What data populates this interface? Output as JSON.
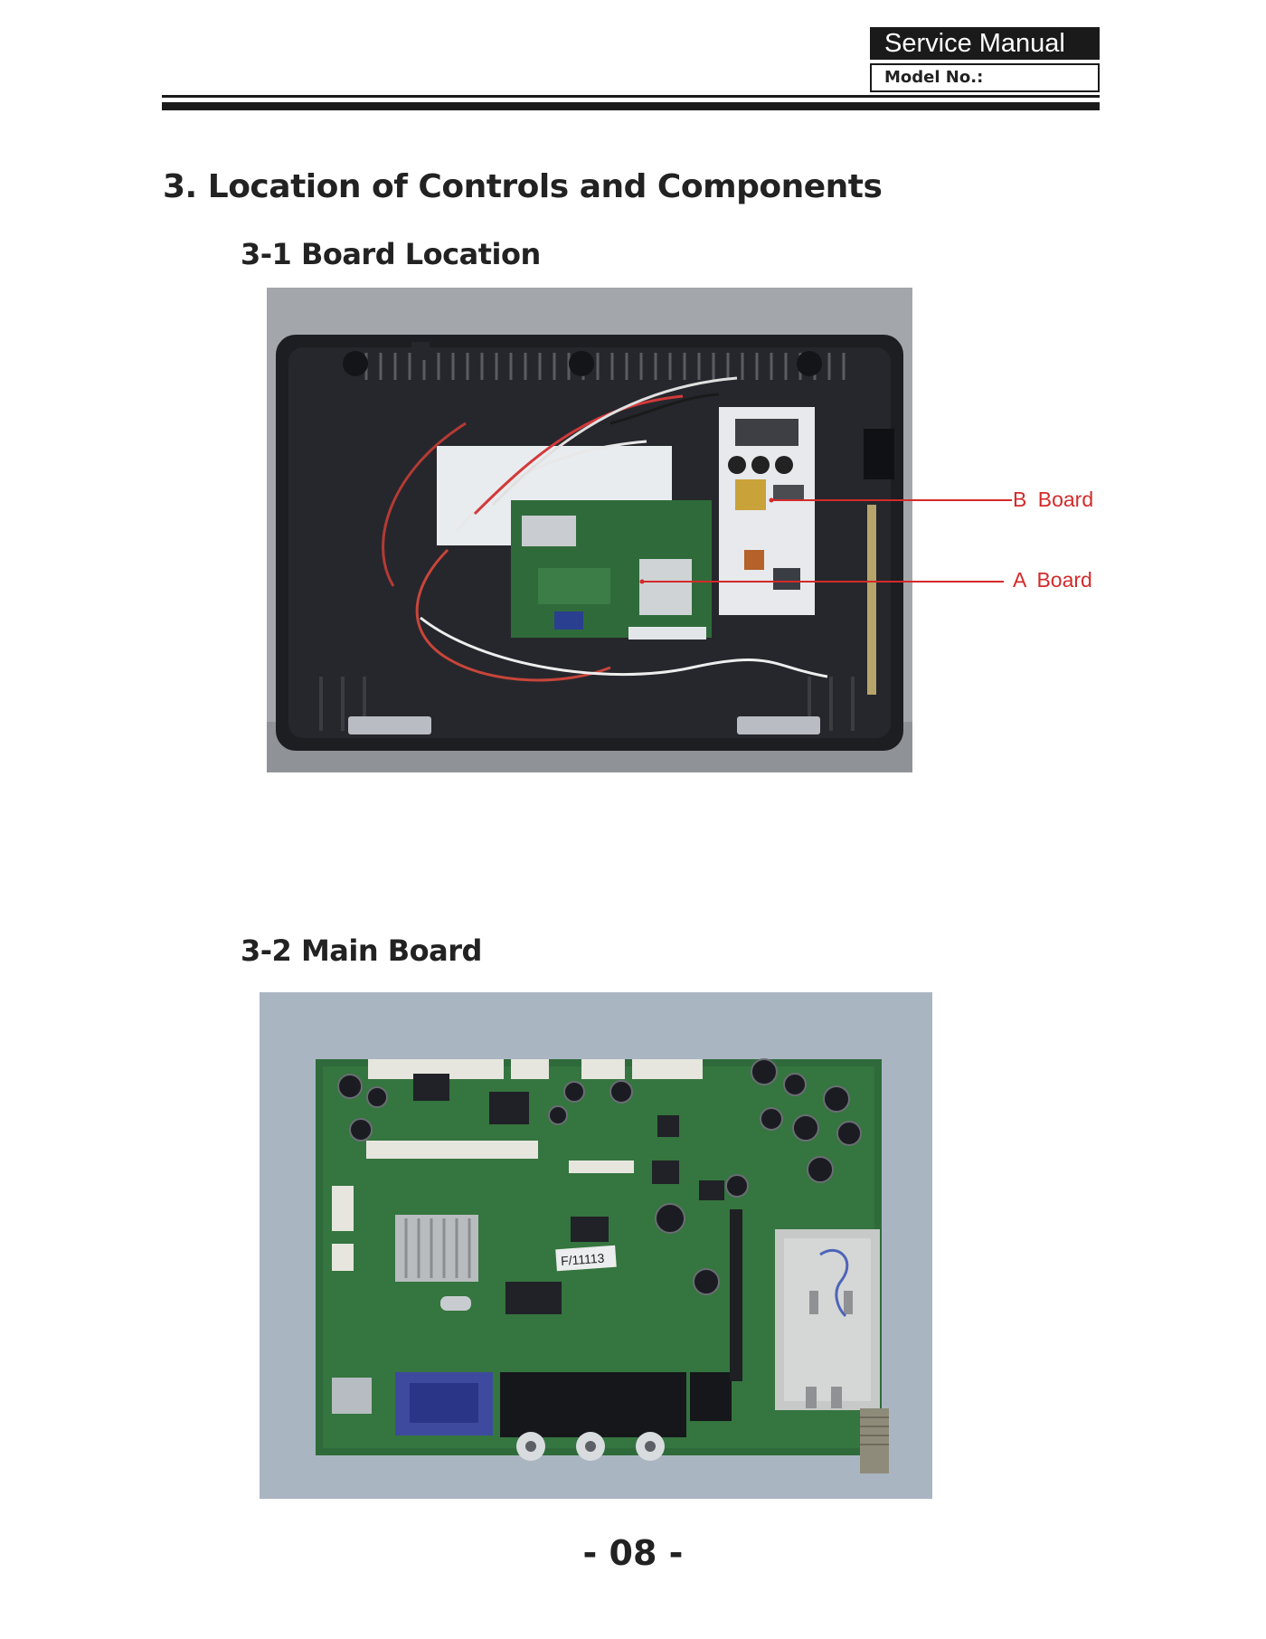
{
  "header": {
    "title": "Service Manual",
    "model_label": "Model No.:"
  },
  "section": {
    "title": "3. Location of Controls and Components"
  },
  "subsections": [
    {
      "title": "3-1 Board Location",
      "callouts": [
        {
          "label": "B  Board"
        },
        {
          "label": "A  Board"
        }
      ]
    },
    {
      "title": "3-2 Main Board",
      "board_sticker": "F/11113"
    }
  ],
  "footer": {
    "page_number": "- 08 -"
  },
  "colors": {
    "ink": "#1a1a1a",
    "callout": "#d42a2a",
    "pcb_green": "#2f6b3a"
  }
}
